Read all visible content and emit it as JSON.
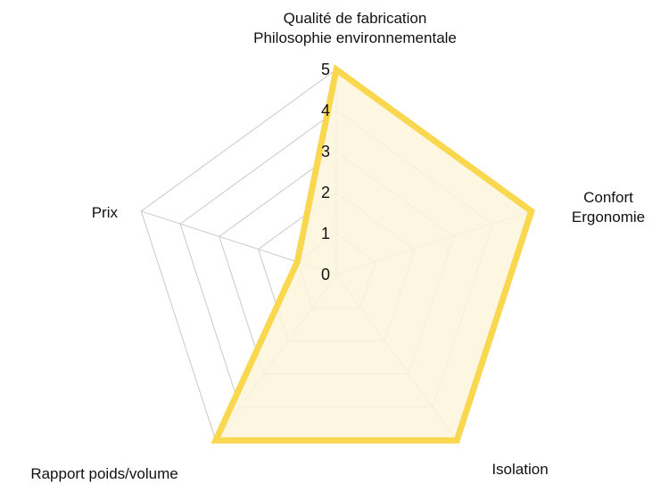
{
  "chart_data": {
    "type": "radar",
    "axes": [
      [
        "Qualité de fabrication",
        "Philosophie environnementale"
      ],
      [
        "Confort",
        "Ergonomie"
      ],
      [
        "Isolation"
      ],
      [
        "Rapport poids/volume"
      ],
      [
        "Prix"
      ]
    ],
    "ticks": [
      "0",
      "1",
      "2",
      "3",
      "4",
      "5"
    ],
    "rlim": [
      0,
      5
    ],
    "series": [
      {
        "values": [
          5,
          5,
          5,
          5,
          1
        ]
      }
    ],
    "colors": {
      "series_stroke": "#f9d74f",
      "series_fill": "#fdf6dc",
      "grid": "#c9c9c9"
    }
  }
}
